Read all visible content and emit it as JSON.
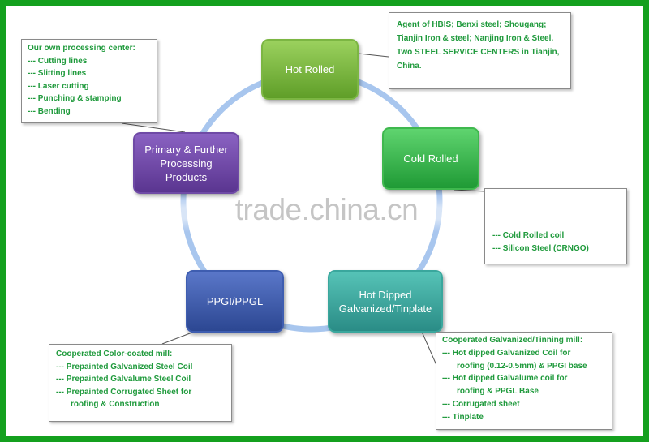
{
  "diagram": {
    "nodes": {
      "hot_rolled": "Hot Rolled",
      "cold_rolled": "Cold Rolled",
      "hot_dipped": "Hot Dipped\nGalvanized/Tinplate",
      "ppgi": "PPGI/PPGL",
      "processing": "Primary & Further\nProcessing Products"
    },
    "colors": {
      "frame": "#14a01e",
      "ring": "#a8c6ee",
      "callout_text": "#1f9a3c"
    }
  },
  "callouts": {
    "processing_center": {
      "lines": [
        "Our own processing center:",
        "--- Cutting lines",
        "--- Slitting lines",
        "--- Laser cutting",
        "--- Punching & stamping",
        "--- Bending"
      ]
    },
    "agent": {
      "line1": "Agent of HBIS; Benxi steel; Shougang; Tianjin Iron & steel; Nanjing Iron & Steel.",
      "line2": "Two STEEL SERVICE CENTERS in Tianjin, China."
    },
    "cold_rolled": {
      "lines": [
        "--- Cold Rolled coil",
        "--- Silicon Steel (CRNGO)"
      ]
    },
    "color_coated": {
      "lines": [
        "Cooperated Color-coated mill:",
        "--- Prepainted Galvanized Steel Coil",
        "--- Prepainted Galvalume Steel Coil",
        "--- Prepainted Corrugated Sheet for",
        "roofing & Construction"
      ]
    },
    "galvanized": {
      "lines": [
        "Cooperated Galvanized/Tinning mill:",
        "--- Hot dipped Galvanized Coil for",
        "roofing (0.12-0.5mm) & PPGI base",
        "--- Hot dipped Galvalume coil for",
        "roofing & PPGL Base",
        "--- Corrugated sheet",
        "--- Tinplate"
      ]
    }
  },
  "watermark": "trade.china.cn"
}
